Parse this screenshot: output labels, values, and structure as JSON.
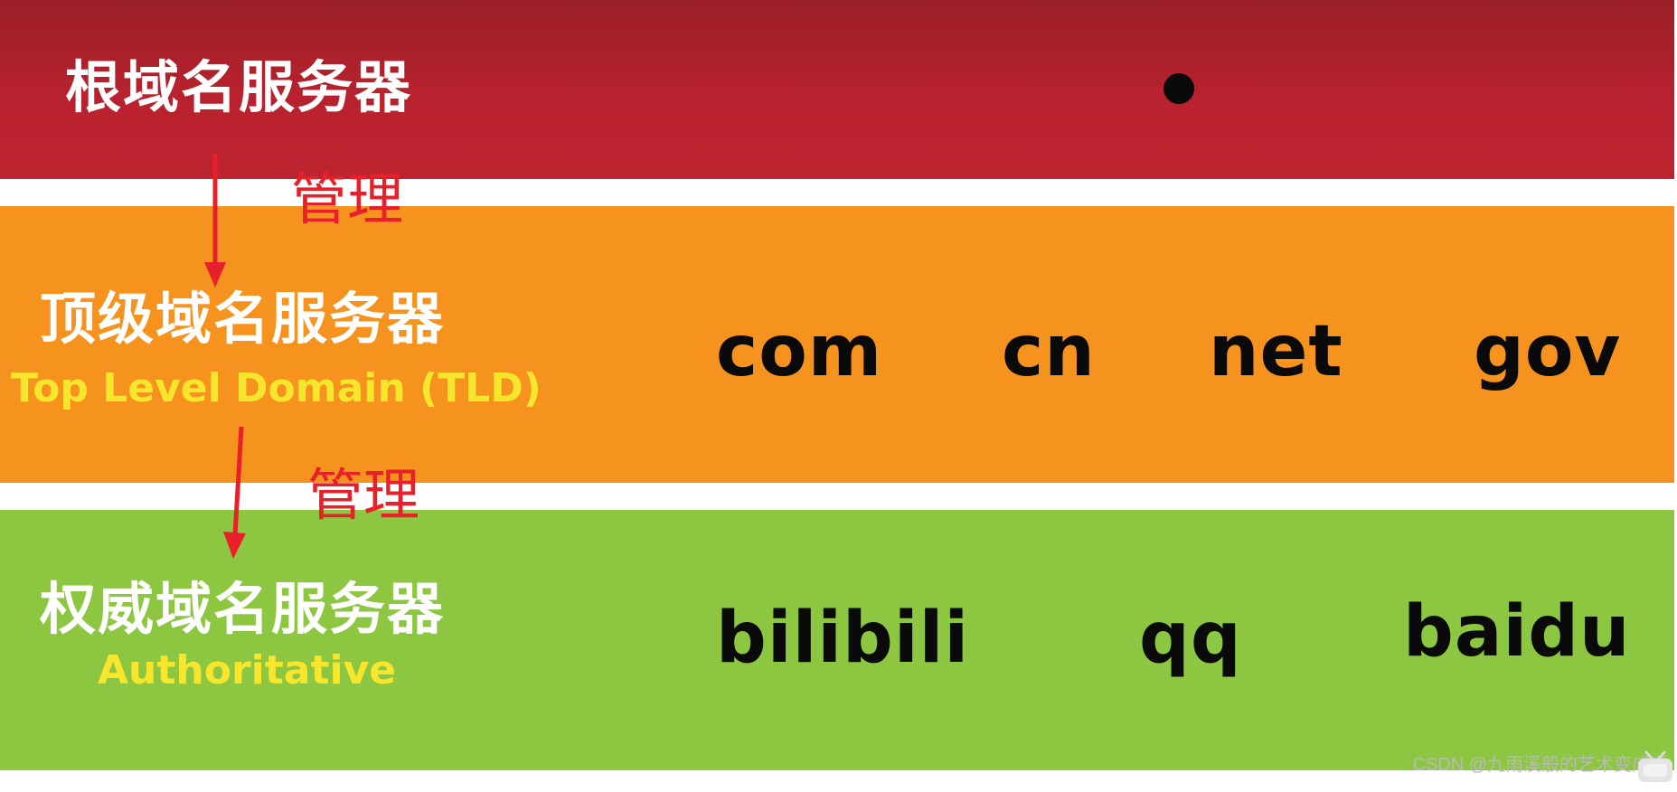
{
  "root": {
    "title": "根域名服务器",
    "symbol": "•"
  },
  "manage_labels": [
    "管理",
    "管理"
  ],
  "tld": {
    "title": "顶级域名服务器",
    "subtitle": "Top Level Domain (TLD)",
    "domains": [
      "com",
      "cn",
      "net",
      "gov"
    ]
  },
  "authoritative": {
    "title": "权威域名服务器",
    "subtitle": "Authoritative",
    "domains": [
      "bilibili",
      "qq",
      "baidu"
    ]
  },
  "watermark": "CSDN @九雨溪般的艺术变成者",
  "colors": {
    "root_band": "#bf2330",
    "tld_band": "#f6921e",
    "auth_band": "#8dc641",
    "arrow": "#e8202a",
    "subtitle": "#f7e62b"
  }
}
